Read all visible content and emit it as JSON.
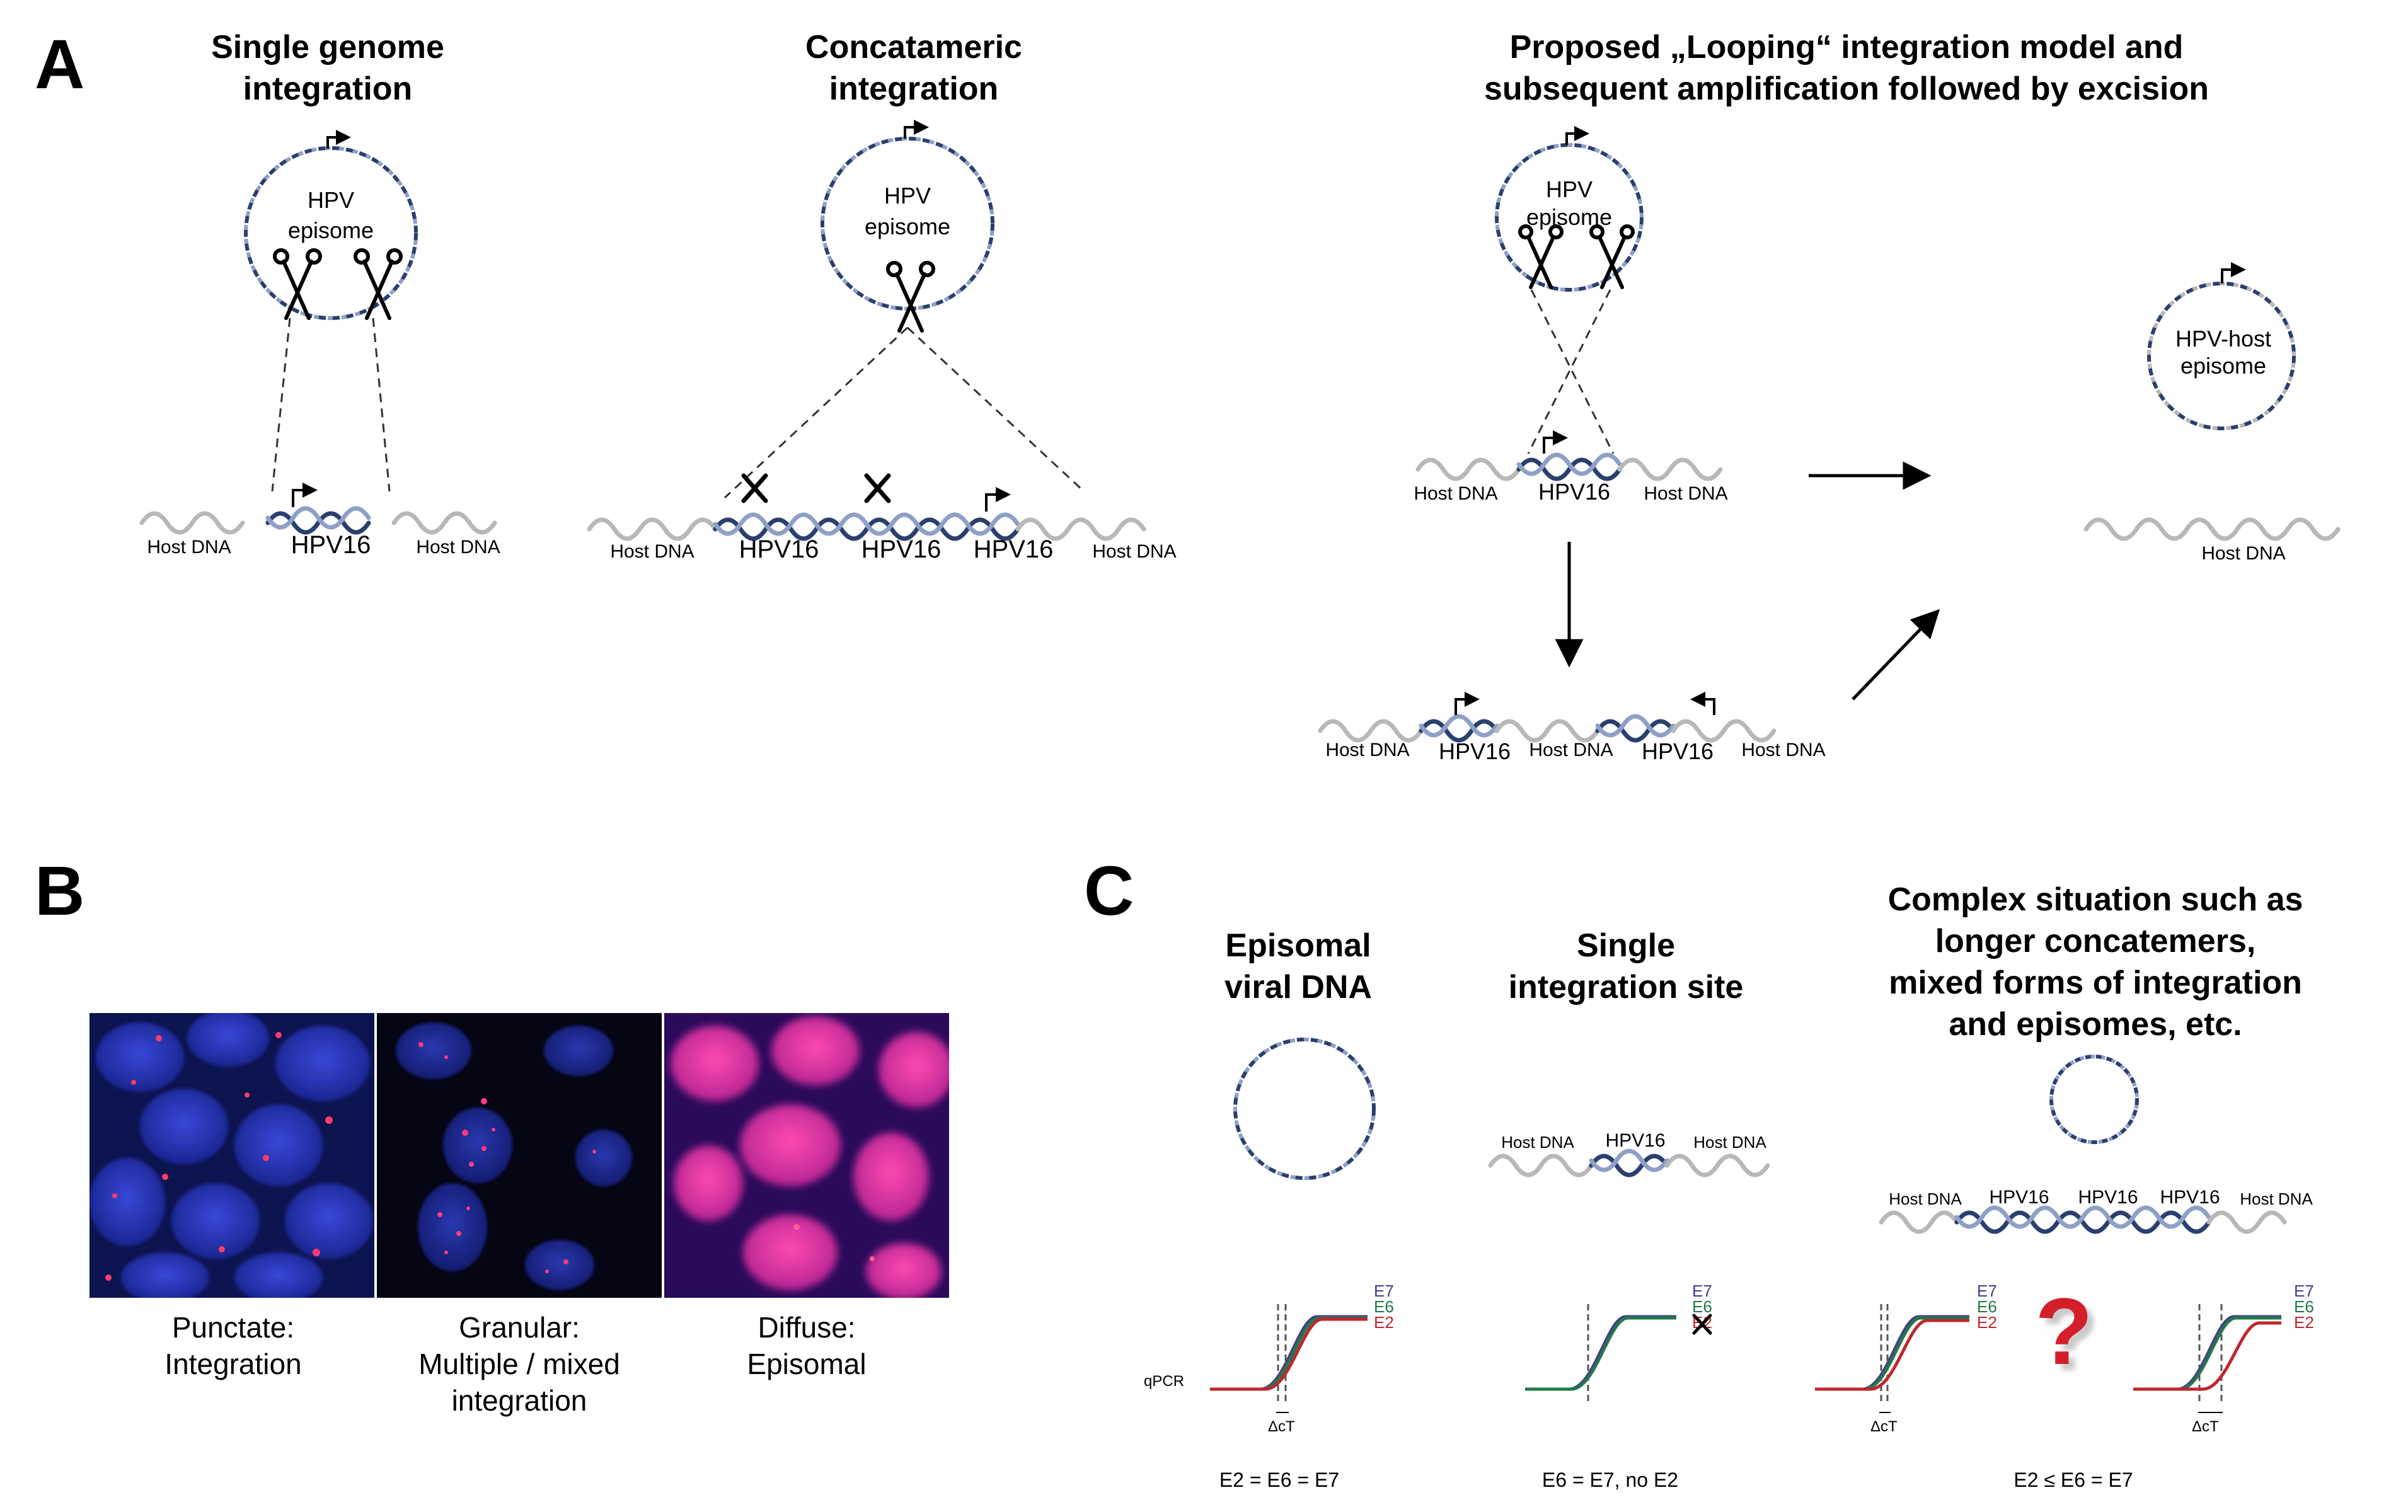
{
  "panels": {
    "a": "A",
    "b": "B",
    "c": "C"
  },
  "panel_a": {
    "single": {
      "title_line1": "Single genome",
      "title_line2": "integration",
      "episome_line1": "HPV",
      "episome_line2": "episome",
      "host_left": "Host DNA",
      "hpv": "HPV16",
      "host_right": "Host DNA"
    },
    "concat": {
      "title_line1": "Concatameric",
      "title_line2": "integration",
      "episome_line1": "HPV",
      "episome_line2": "episome",
      "host_left": "Host DNA",
      "hpv1": "HPV16",
      "hpv2": "HPV16",
      "hpv3": "HPV16",
      "host_right": "Host DNA"
    },
    "looping": {
      "title_line1": "Proposed „Looping“ integration model and",
      "title_line2": "subsequent amplification followed by excision",
      "episome_line1": "HPV",
      "episome_line2": "episome",
      "host_left": "Host DNA",
      "hpv": "HPV16",
      "host_right": "Host DNA",
      "amp_host1": "Host DNA",
      "amp_hpv1": "HPV16",
      "amp_host2": "Host DNA",
      "amp_hpv2": "HPV16",
      "amp_host3": "Host DNA",
      "hostep_line1": "HPV-host",
      "hostep_line2": "episome",
      "excised_host": "Host DNA"
    }
  },
  "panel_b": {
    "punctate_line1": "Punctate:",
    "punctate_line2": "Integration",
    "granular_line1": "Granular:",
    "granular_line2": "Multiple / mixed",
    "granular_line3": "integration",
    "diffuse_line1": "Diffuse:",
    "diffuse_line2": "Episomal"
  },
  "panel_c": {
    "episomal_line1": "Episomal",
    "episomal_line2": "viral DNA",
    "single_line1": "Single",
    "single_line2": "integration site",
    "complex_line1": "Complex situation such as",
    "complex_line2": "longer concatemers,",
    "complex_line3": "mixed forms of integration",
    "complex_line4": "and episomes, etc.",
    "single_host_left": "Host DNA",
    "single_hpv": "HPV16",
    "single_host_right": "Host DNA",
    "complex_host_left": "Host DNA",
    "complex_hpv1": "HPV16",
    "complex_hpv2": "HPV16",
    "complex_hpv3": "HPV16",
    "complex_host_right": "Host DNA",
    "qpcr_label": "qPCR",
    "delta_ct": "ΔcT",
    "legend_e7": "E7",
    "legend_e6": "E6",
    "legend_e2": "E2",
    "question": "?",
    "rule_episomal": "E2 = E6 = E7",
    "rule_single": "E6 = E7, no E2",
    "rule_complex": "E2 ≤ E6 = E7"
  },
  "colors": {
    "helix_navy": "#2b3f6e",
    "helix_light": "#8fa0c6",
    "host_grey": "#b8b8b8",
    "e7_purple": "#4b3a8c",
    "e6_green": "#1f7a4a",
    "e2_red": "#c0272d",
    "question_red": "#d41f2b",
    "nucleus_blue": "#2a3cc8",
    "signal_magenta": "#ff2a7a"
  },
  "icons": [
    "scissors-icon",
    "promoter-arrow-icon",
    "cross-icon",
    "arrow-icon"
  ]
}
